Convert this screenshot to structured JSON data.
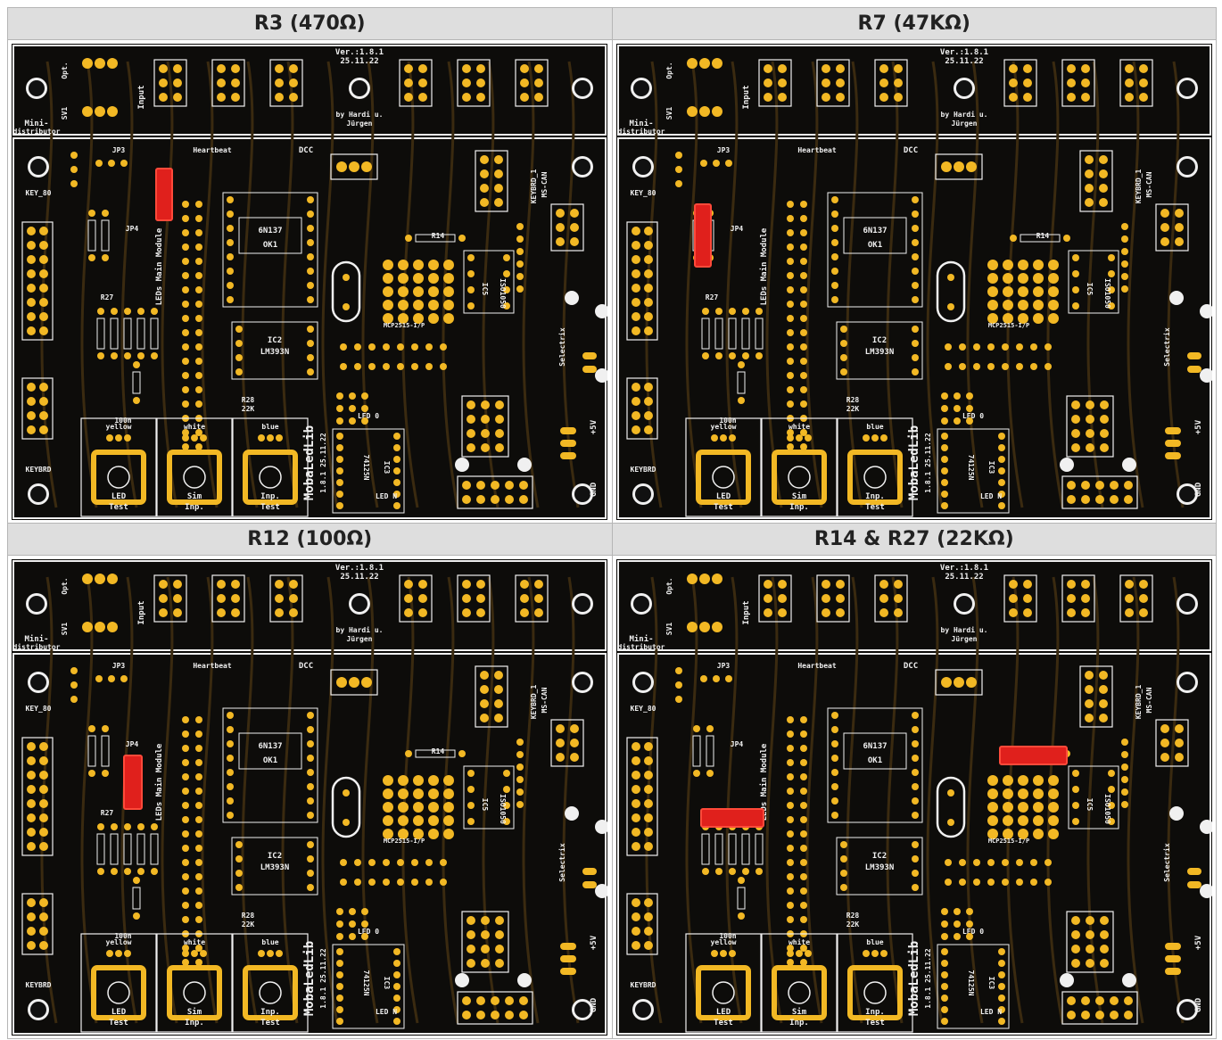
{
  "panels": [
    {
      "title": "R3 (470Ω)",
      "highlight": "R3"
    },
    {
      "title": "R7 (47KΩ)",
      "highlight": "R7"
    },
    {
      "title": "R12 (100Ω)",
      "highlight": "R12"
    },
    {
      "title": "R14 & R27 (22KΩ)",
      "highlight": "R14-R27"
    }
  ],
  "board": {
    "silk_version": "Ver.:1.8.1",
    "silk_date": "25.11.22",
    "silk_authors_1": "by Hardi u.",
    "silk_authors_2": "Jürgen",
    "silk_mini": "Mini-",
    "silk_distributor": "distributor",
    "silk_opt": "Opt.",
    "silk_sv1": "SV1",
    "silk_input": "Input",
    "silk_heartbeat": "Heartbeat",
    "silk_dcc": "DCC",
    "silk_key80": "KEY_80",
    "silk_6n137": "6N137",
    "silk_ok1": "OK1",
    "silk_ic2": "IC2",
    "silk_lm393n": "LM393N",
    "silk_ic5": "IC5",
    "silk_iso1050": "ISO1050",
    "silk_ic3": "IC3",
    "silk_74125n": "74125N",
    "silk_keybrd": "KEYBRD",
    "silk_mobaledlib": "MobaLedLib",
    "silk_mobaver": "1.8.1 25.11.22",
    "silk_yellow": "yellow",
    "silk_white": "white",
    "silk_blue": "blue",
    "silk_led_test_1": "LED",
    "silk_led_test_2": "Test",
    "silk_sim_1": "Sim",
    "silk_sim_2": "Inp.",
    "silk_inp_1": "Inp.",
    "silk_inp_2": "Test",
    "silk_selectrix": "Selectrix",
    "silk_5v": "+5V",
    "silk_gnd": "GND",
    "silk_leds": "LEDs Main Module",
    "silk_ms_can": "MS-CAN",
    "silk_keybrd1": "KEYBRD_1",
    "silk_led0": "LED 0",
    "silk_ledn": "LED N",
    "silk_r28": "R28",
    "silk_22k": "22K",
    "silk_r27": "R27",
    "silk_r14": "R14",
    "silk_jp4": "JP4",
    "silk_jp3": "JP3",
    "silk_100n": "100n",
    "silk_mcp": "MCP2515-I/P",
    "color_board": "#0d0c0a",
    "color_pad": "#f2b824",
    "color_silk": "#f0f0f0",
    "color_highlight": "#e0201c"
  }
}
